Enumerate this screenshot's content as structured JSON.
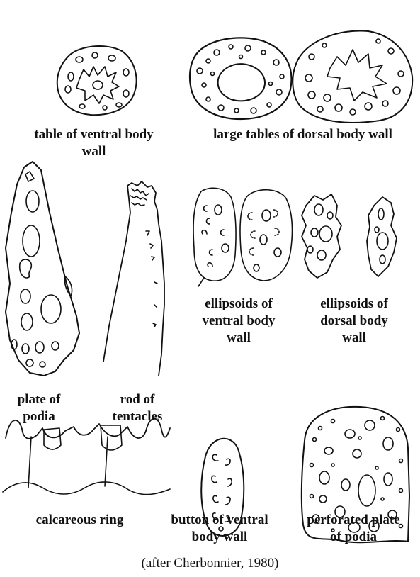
{
  "labels": {
    "table_ventral": "table of ventral body\nwall",
    "large_tables_dorsal": "large tables of dorsal body wall",
    "ellipsoids_ventral": "ellipsoids of\nventral body\nwall",
    "ellipsoids_dorsal": "ellipsoids of\ndorsal body\nwall",
    "plate_podia": "plate of\npodia",
    "rod_tentacles": "rod of\ntentacles",
    "calcareous_ring": "calcareous ring",
    "button_ventral": "button of ventral\nbody wall",
    "perforated_plate": "perforated plate\nof podia"
  },
  "credit": "(after Cherbonnier, 1980)"
}
